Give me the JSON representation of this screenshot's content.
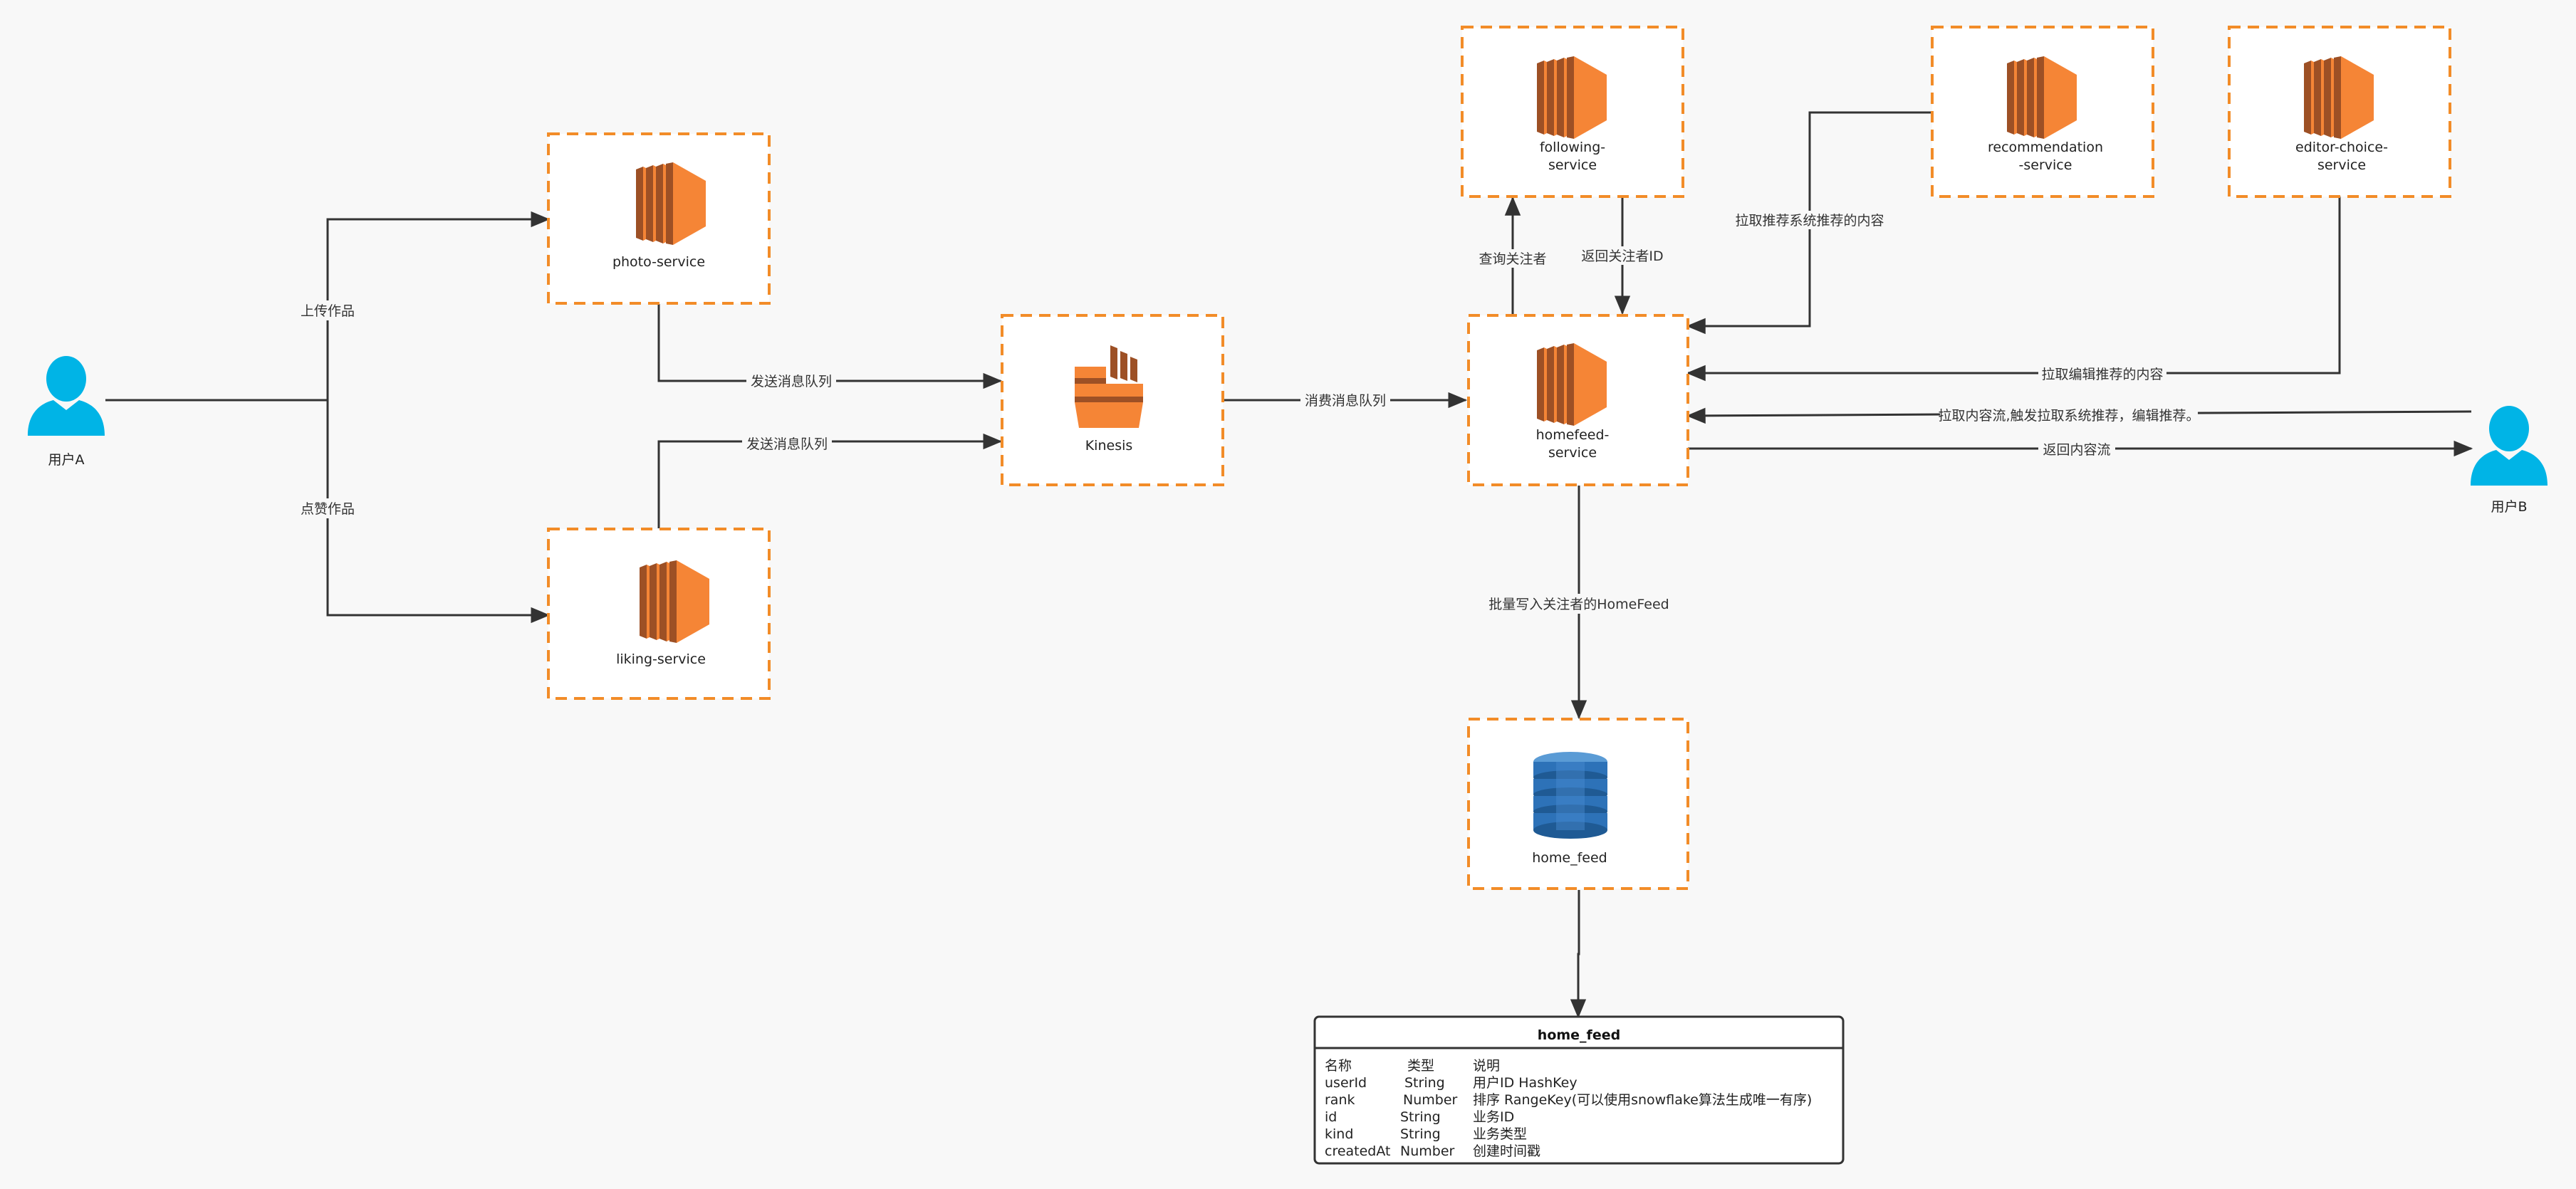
{
  "colors": {
    "background": "#f8f8f8",
    "box_border": "#f28c28",
    "aws_orange": "#f58536",
    "aws_orange_dark": "#9d5025",
    "dynamodb_blue": "#2d72b8",
    "user_blue": "#00b4e6",
    "edge": "#333333"
  },
  "users": {
    "a": {
      "label": "用户A",
      "icon": "user-icon"
    },
    "b": {
      "label": "用户B",
      "icon": "user-icon"
    }
  },
  "services": {
    "photo": {
      "label": "photo-service",
      "icon": "aws-ec2-icon"
    },
    "liking": {
      "label": "liking-service",
      "icon": "aws-ec2-icon"
    },
    "kinesis": {
      "label": "Kinesis",
      "icon": "aws-kinesis-icon"
    },
    "homefeed": {
      "line1": "homefeed-",
      "line2": "service",
      "icon": "aws-ec2-icon"
    },
    "following": {
      "line1": "following-",
      "line2": "service",
      "icon": "aws-ec2-icon"
    },
    "recommendation": {
      "line1": "recommendation",
      "line2": "-service",
      "icon": "aws-ec2-icon"
    },
    "editor": {
      "line1": "editor-choice-",
      "line2": "service",
      "icon": "aws-ec2-icon"
    },
    "home_feed_db": {
      "label": "home_feed",
      "icon": "aws-dynamodb-icon"
    }
  },
  "edges": {
    "upload": "上传作品",
    "like": "点赞作品",
    "photo_to_kinesis": "发送消息队列",
    "liking_to_kinesis": "发送消息队列",
    "consume": "消费消息队列",
    "query_following": "查询关注者",
    "return_following": "返回关注者ID",
    "pull_recommend": "拉取推荐系统推荐的内容",
    "pull_editor": "拉取编辑推荐的内容",
    "pull_stream": "拉取内容流,触发拉取系统推荐，编辑推荐。",
    "return_stream": "返回内容流",
    "batch_write": "批量写入关注者的HomeFeed"
  },
  "table": {
    "title": "home_feed",
    "headers": [
      "名称",
      "类型",
      "说明"
    ],
    "rows": [
      [
        "userId",
        "String",
        "用户ID HashKey"
      ],
      [
        "rank",
        "Number",
        "排序 RangeKey(可以使用snowflake算法生成唯一有序)"
      ],
      [
        "id",
        "String",
        "业务ID"
      ],
      [
        "kind",
        "String",
        "业务类型"
      ],
      [
        "createdAt",
        "Number",
        "创建时间戳"
      ]
    ]
  }
}
